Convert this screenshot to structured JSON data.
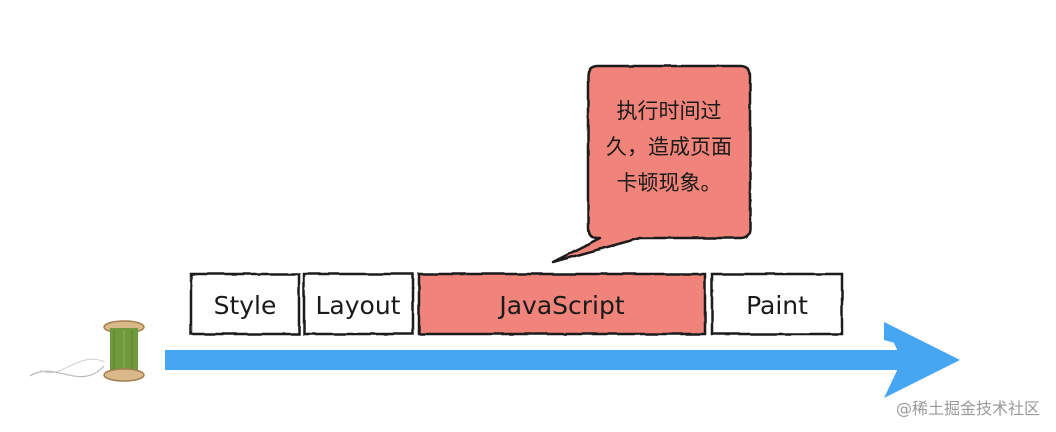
{
  "tasks": {
    "style": "Style",
    "layout": "Layout",
    "javascript": "JavaScript",
    "paint": "Paint"
  },
  "callout": {
    "line1": "执行时间过",
    "line2": "久，造成页面",
    "line3": "卡顿现象。"
  },
  "watermark": "@稀土掘金技术社区",
  "colors": {
    "highlight": "#f0847a",
    "arrow": "#47a6f2",
    "box_border": "#1a1a1a",
    "thread": "#6e9a3c",
    "spool_wood": "#d9b88a"
  },
  "icons": {
    "spool": "thread-spool-icon",
    "arrow": "timeline-arrow-icon"
  }
}
